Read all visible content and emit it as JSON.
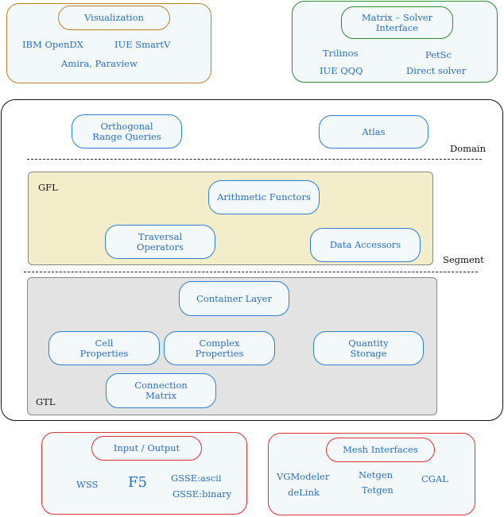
{
  "visualization": {
    "title": "Visualization",
    "items": [
      "IBM OpenDX",
      "IUE SmartV",
      "Amira, Paraview"
    ]
  },
  "matrix_solver": {
    "title": "Matrix – Solver\nInterface",
    "items": [
      "Trilinos",
      "PetSc",
      "IUE QQQ",
      "Direct solver"
    ]
  },
  "main": {
    "domain_label": "Domain",
    "segment_label": "Segment",
    "orthogonal": "Orthogonal\nRange Queries",
    "atlas": "Atlas",
    "gfl": {
      "label": "GFL",
      "arithmetic": "Arithmetic Functors",
      "traversal": "Traversal\nOperators",
      "data_accessors": "Data Accessors"
    },
    "gtl": {
      "label": "GTL",
      "container": "Container Layer",
      "cell": "Cell\nProperties",
      "complex": "Complex\nProperties",
      "quantity": "Quantity\nStorage",
      "connection": "Connection\nMatrix"
    }
  },
  "io": {
    "title": "Input / Output",
    "items": [
      "WSS",
      "F5",
      "GSSE:ascii",
      "GSSE:binary"
    ]
  },
  "mesh": {
    "title": "Mesh Interfaces",
    "items": [
      "VGModeler",
      "Netgen",
      "CGAL",
      "deLink",
      "Tetgen"
    ]
  },
  "colors": {
    "visualization_border": "#b8812a",
    "matrix_border": "#2e8b2e",
    "main_border": "#111111",
    "gfl_fill": "#f3edc9",
    "gtl_fill": "#e3e3e3",
    "bottom_border": "#e03030",
    "text_blue": "#2a6fc0",
    "panel_fill": "#f3f8fb"
  }
}
